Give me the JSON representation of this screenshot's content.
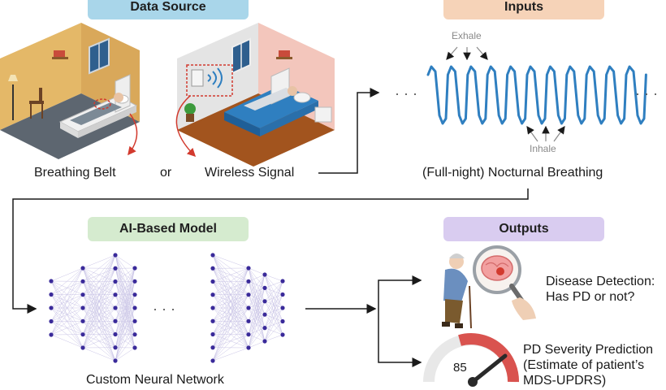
{
  "headers": {
    "data_source": "Data Source",
    "inputs": "Inputs",
    "model": "AI-Based Model",
    "outputs": "Outputs"
  },
  "data_source": {
    "belt": "Breathing Belt",
    "or": "or",
    "wireless": "Wireless Signal"
  },
  "inputs": {
    "exhale": "Exhale",
    "inhale": "Inhale",
    "caption": "(Full-night) Nocturnal Breathing"
  },
  "model": {
    "caption": "Custom Neural Network"
  },
  "outputs": {
    "detection_line1": "Disease Detection:",
    "detection_line2": "Has PD or not?",
    "severity_line1": "PD Severity Prediction",
    "severity_line2": "(Estimate of patient’s",
    "severity_line3": "MDS-UPDRS)",
    "gauge_value": "85"
  },
  "colors": {
    "data_source_pill": "#a9d6ea",
    "inputs_pill": "#f6d3b8",
    "model_pill": "#d5ebcf",
    "outputs_pill": "#d9ccf0",
    "signal": "#2f7fc0",
    "node": "#3a2a9a"
  }
}
